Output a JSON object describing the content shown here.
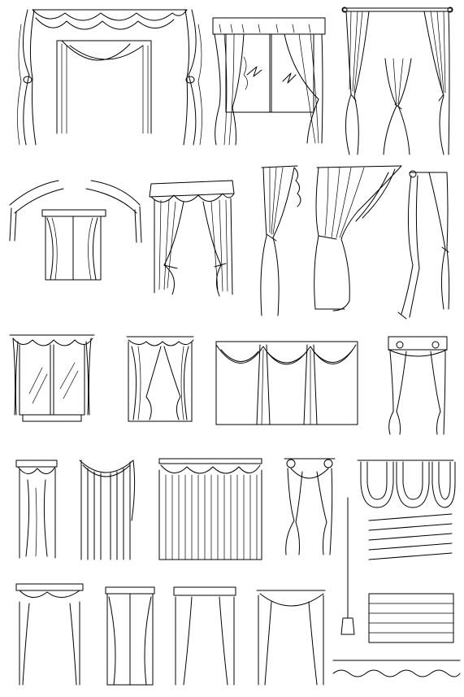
{
  "sheet": {
    "background": "#ffffff",
    "ink": "#000000",
    "items": [
      {
        "name": "swag-valance-drapes"
      },
      {
        "name": "window-tab-curtains"
      },
      {
        "name": "rod-tieback-panels"
      },
      {
        "name": "window-sheer-tiebacks"
      },
      {
        "name": "scalloped-valance-pair"
      },
      {
        "name": "single-ruffled-tieback"
      },
      {
        "name": "side-swept-drape"
      },
      {
        "name": "rod-single-panel"
      },
      {
        "name": "double-window-drapes"
      },
      {
        "name": "bow-cafe-curtain"
      },
      {
        "name": "triple-swag-valance"
      },
      {
        "name": "box-valance-tiebacks"
      },
      {
        "name": "ornate-narrow-drape"
      },
      {
        "name": "scarf-swag-drape"
      },
      {
        "name": "pinch-pleat-swag"
      },
      {
        "name": "rosette-tieback-drape"
      },
      {
        "name": "balloon-shade"
      },
      {
        "name": "roman-blinds"
      },
      {
        "name": "cornice-drape-pair"
      },
      {
        "name": "ornate-window-curtain"
      },
      {
        "name": "pleated-valance-tiebacks"
      },
      {
        "name": "scroll-swag-drape"
      },
      {
        "name": "tassel-cord"
      },
      {
        "name": "dotted-blind"
      },
      {
        "name": "wave-lines"
      }
    ]
  }
}
